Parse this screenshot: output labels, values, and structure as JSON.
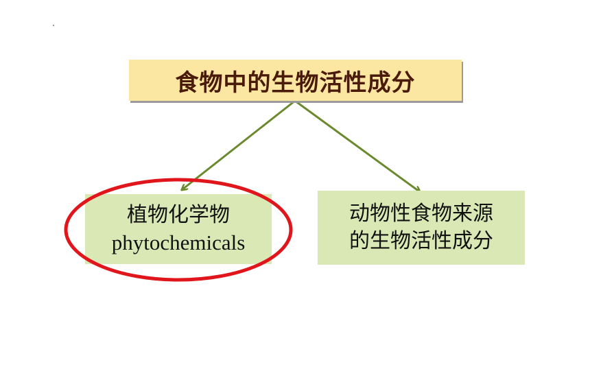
{
  "root": {
    "label": "食物中的生物活性成分"
  },
  "children": [
    {
      "line1": "植物化学物",
      "line2": "phytochemicals",
      "highlighted": true
    },
    {
      "line1": "动物性食物来源",
      "line2": "的生物活性成分",
      "highlighted": false
    }
  ],
  "colors": {
    "root_fill": "#fbe6a2",
    "child_fill": "#d9e8b5",
    "arrow": "#6b8a2e",
    "highlight_ellipse": "#e0161c",
    "root_text": "#4a1a0a"
  }
}
